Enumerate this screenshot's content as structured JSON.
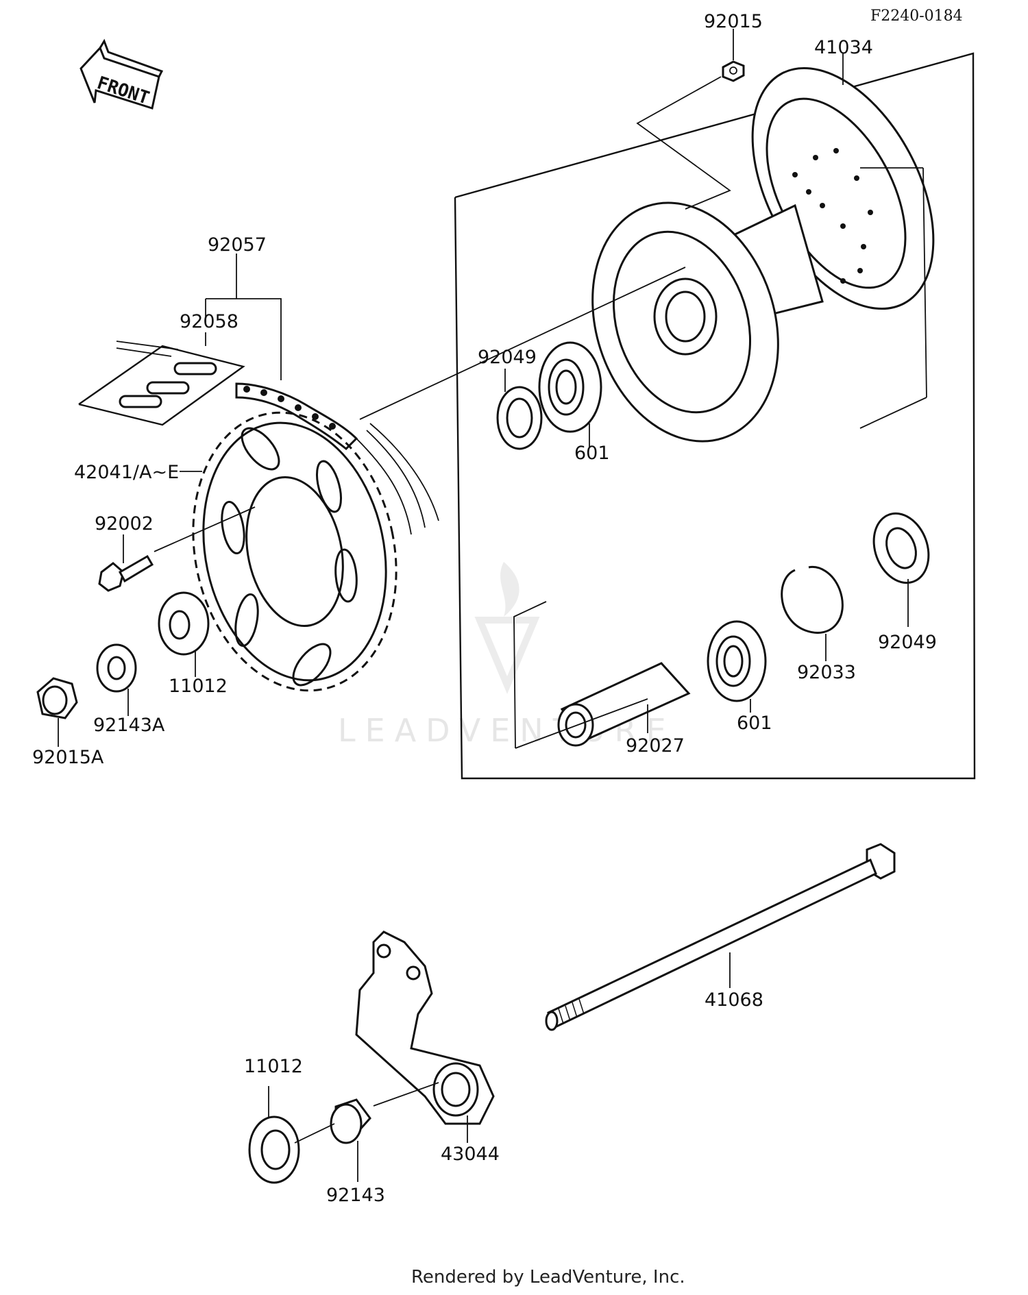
{
  "diagram": {
    "code": "F2240-0184",
    "front_label": "FRONT",
    "footer": "Rendered by LeadVenture, Inc.",
    "watermark": "LEADVENTURE",
    "parts": [
      {
        "id": "p-92015",
        "label": "92015"
      },
      {
        "id": "p-41034",
        "label": "41034"
      },
      {
        "id": "p-92057",
        "label": "92057"
      },
      {
        "id": "p-92058",
        "label": "92058"
      },
      {
        "id": "p-92049-top",
        "label": "92049"
      },
      {
        "id": "p-601-top",
        "label": "601"
      },
      {
        "id": "p-42041",
        "label": "42041/A~E"
      },
      {
        "id": "p-92002",
        "label": "92002"
      },
      {
        "id": "p-11012-top",
        "label": "11012"
      },
      {
        "id": "p-92143a",
        "label": "92143A"
      },
      {
        "id": "p-92015a",
        "label": "92015A"
      },
      {
        "id": "p-92049-right",
        "label": "92049"
      },
      {
        "id": "p-92033",
        "label": "92033"
      },
      {
        "id": "p-601-bottom",
        "label": "601"
      },
      {
        "id": "p-92027",
        "label": "92027"
      },
      {
        "id": "p-41068",
        "label": "41068"
      },
      {
        "id": "p-11012-bottom",
        "label": "11012"
      },
      {
        "id": "p-92143",
        "label": "92143"
      },
      {
        "id": "p-43044",
        "label": "43044"
      }
    ]
  }
}
